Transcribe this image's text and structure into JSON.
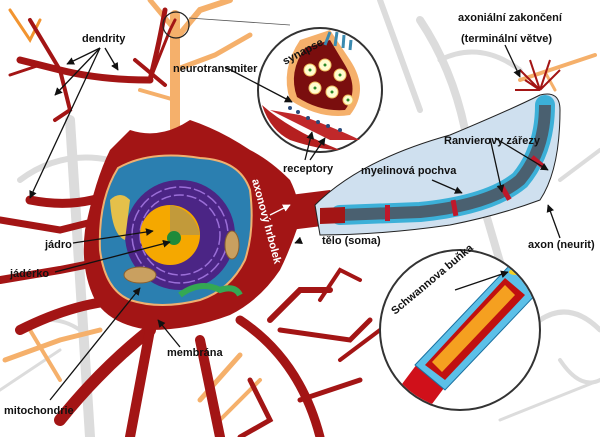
{
  "diagram": {
    "title": "Neuron anatomy (Czech labels)",
    "colors": {
      "neuron_body": "#a31515",
      "ghost_neuron": "#d9d9d9",
      "orange_neuron": "#f5b06b",
      "cytoplasm": "#2b7fb0",
      "nucleus": "#f5a800",
      "nucleolus": "#1f8a3a",
      "er": "#5a2a91",
      "myelin": "#3cb0d8",
      "axon": "#4a6070",
      "sheath_bg": "#cfe0ef"
    },
    "labels": {
      "dendrity": "dendrity",
      "neurotransmiter": "neurotransmiter",
      "synapse": "synapse",
      "receptory": "receptory",
      "axonalni_zakonceni": "axoniální zakončení",
      "terminalni_vetve": "(terminální větve)",
      "ranvierovy_zarezy": "Ranvierovy zářezy",
      "myelinova_pochva": "myelinová pochva",
      "axonovy_hrbolek": "axonový hrbolek",
      "telo": "tělo (soma)",
      "axon": "axon (neurit)",
      "jadro": "jádro",
      "jaderko": "jádérko",
      "schwannova_bunka": "Schwannova buňka",
      "membrana": "membrána",
      "mitochondrie": "mitochondrie"
    }
  }
}
